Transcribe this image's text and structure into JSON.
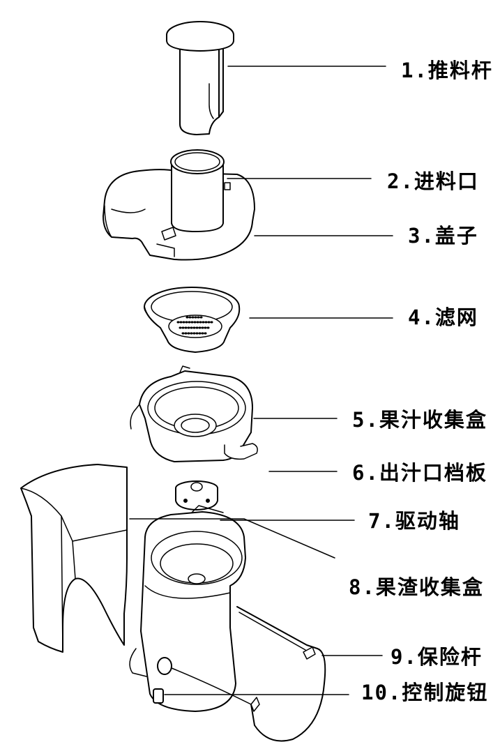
{
  "parts": [
    {
      "number": "1",
      "label": "1.推料杆"
    },
    {
      "number": "2",
      "label": "2.进料口"
    },
    {
      "number": "3",
      "label": "3.盖子"
    },
    {
      "number": "4",
      "label": "4.滤网"
    },
    {
      "number": "5",
      "label": "5.果汁收集盒"
    },
    {
      "number": "6",
      "label": "6.出汁口档板"
    },
    {
      "number": "7",
      "label": "7.驱动轴"
    },
    {
      "number": "8",
      "label": "8.果渣收集盒"
    },
    {
      "number": "9",
      "label": "9.保险杆"
    },
    {
      "number": "10",
      "label": "10.控制旋钮"
    }
  ],
  "colors": {
    "line": "#000000",
    "fill": "#ffffff",
    "shade": "#e6e6e6"
  }
}
